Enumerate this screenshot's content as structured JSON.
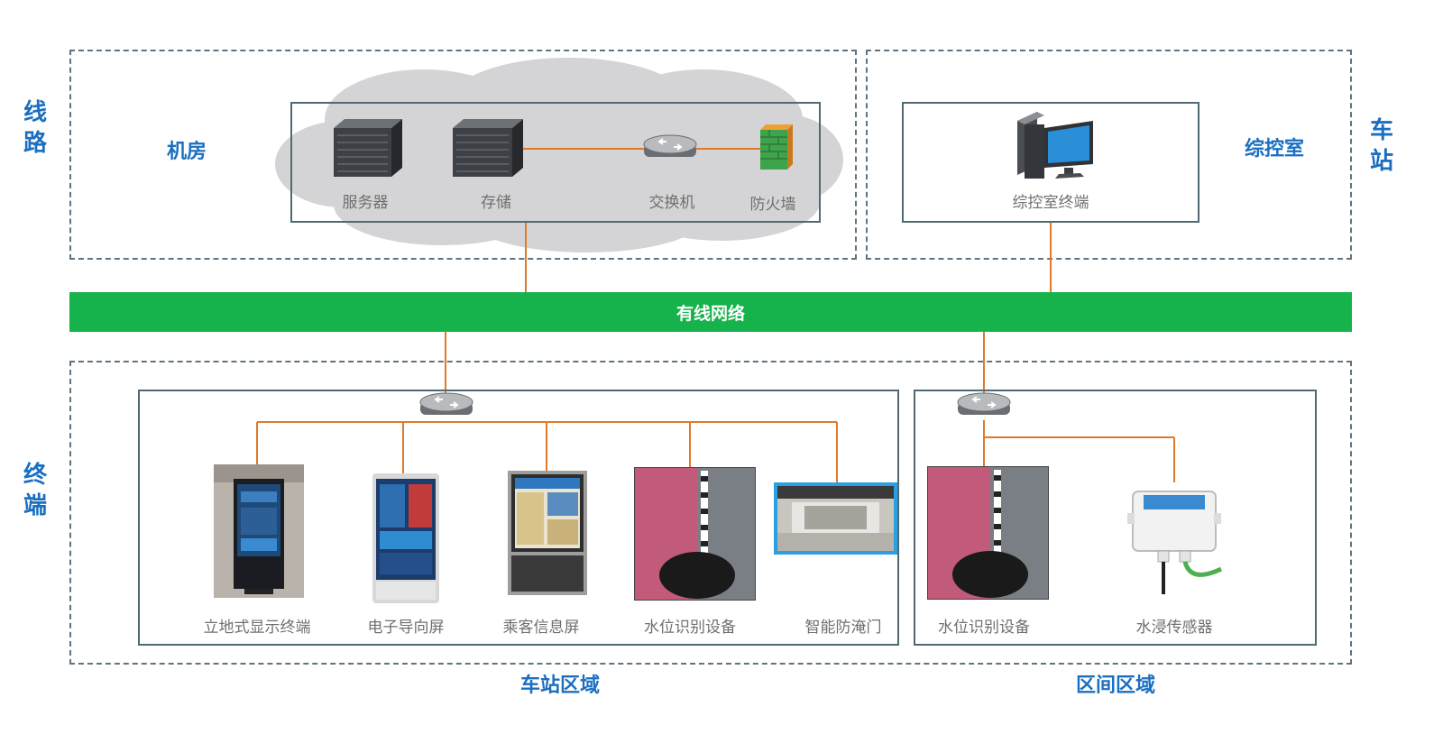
{
  "zones": {
    "line": "线路",
    "station": "车站",
    "terminal": "终端"
  },
  "machine_room": {
    "title": "机房",
    "devices": {
      "server": "服务器",
      "storage": "存储",
      "switch": "交换机",
      "firewall": "防火墙"
    }
  },
  "control_room": {
    "title": "综控室",
    "terminal": "综控室终端"
  },
  "network": {
    "label": "有线网络"
  },
  "station_area": {
    "title": "车站区域",
    "devices": {
      "standing_display": "立地式显示终端",
      "e_guide_screen": "电子导向屏",
      "passenger_info_screen": "乘客信息屏",
      "water_level_device": "水位识别设备",
      "flood_gate": "智能防淹门"
    }
  },
  "section_area": {
    "title": "区间区域",
    "devices": {
      "water_level_device": "水位识别设备",
      "water_sensor": "水浸传感器"
    }
  },
  "colors": {
    "accent_text": "#1b6fc1",
    "network_bar": "#16b24b",
    "link_line": "#e07a2a",
    "box_border": "#4f6a72"
  }
}
